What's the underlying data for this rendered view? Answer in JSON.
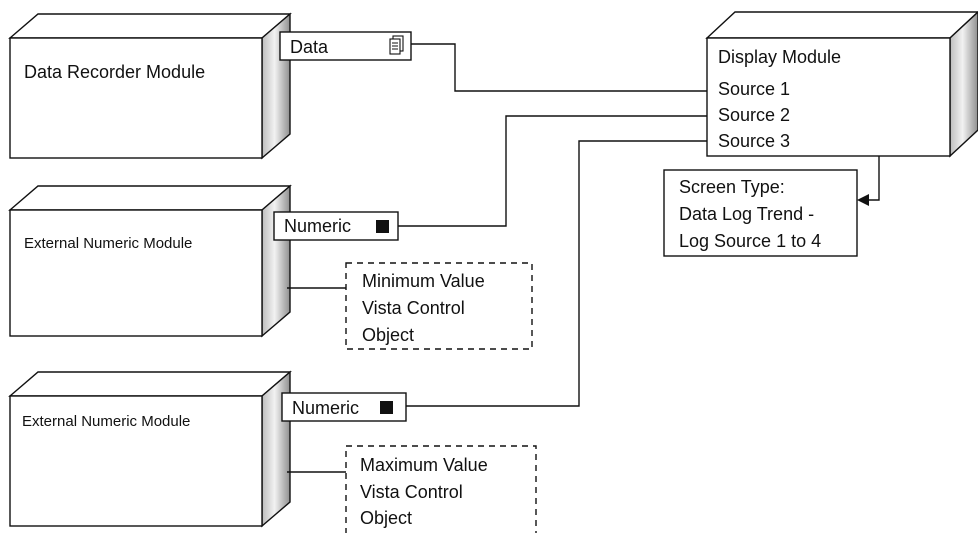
{
  "modules": {
    "data_recorder": {
      "label": "Data Recorder Module",
      "port": "Data"
    },
    "external_numeric_1": {
      "label": "External Numeric Module",
      "port": "Numeric"
    },
    "external_numeric_2": {
      "label": "External Numeric Module",
      "port": "Numeric"
    },
    "display": {
      "title": "Display Module",
      "inputs": [
        "Source 1",
        "Source 2",
        "Source 3"
      ]
    }
  },
  "screen_type_note": {
    "lines": [
      "Screen Type:",
      "Data Log Trend  -",
      "Log Source 1 to 4"
    ]
  },
  "control_objects": {
    "minimum": {
      "lines": [
        "Minimum Value",
        "Vista Control",
        "Object"
      ]
    },
    "maximum": {
      "lines": [
        "Maximum Value",
        "Vista Control",
        "Object"
      ]
    }
  },
  "colors": {
    "line": "#111111",
    "side_face": "#d9d9d9",
    "background": "#ffffff"
  },
  "icons": {
    "data_port": "document-stack-icon",
    "numeric_port": "filled-square-icon"
  }
}
